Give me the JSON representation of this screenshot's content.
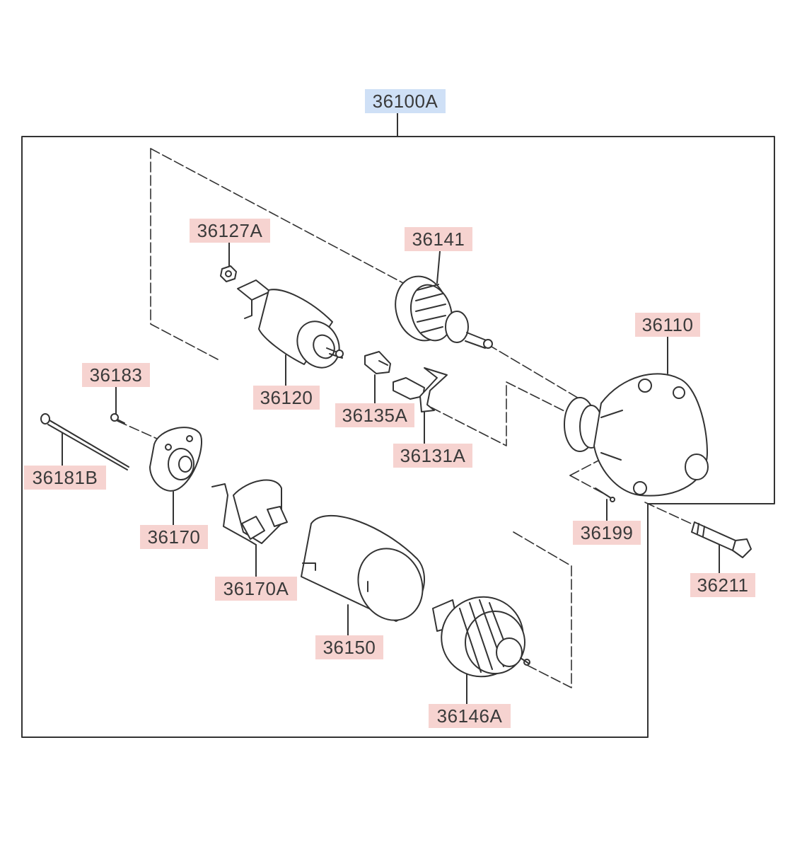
{
  "colors": {
    "part_label_bg": "#f6d3d0",
    "assembly_label_bg": "#cfe0f6",
    "line": "#333333",
    "part_fill": "#ffffff"
  },
  "assembly": {
    "part_number": "36100A"
  },
  "parts": {
    "p36127A": "36127A",
    "p36141": "36141",
    "p36110": "36110",
    "p36120": "36120",
    "p36183": "36183",
    "p36135A": "36135A",
    "p36131A": "36131A",
    "p36181B": "36181B",
    "p36170": "36170",
    "p36199": "36199",
    "p36211": "36211",
    "p36170A": "36170A",
    "p36150": "36150",
    "p36146A": "36146A"
  }
}
